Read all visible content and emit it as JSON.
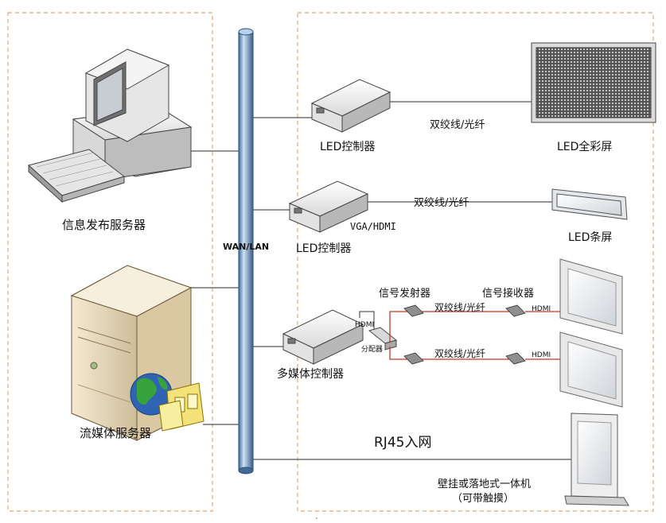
{
  "labels": {
    "info_server": "信息发布服务器",
    "stream_server": "流媒体服务器",
    "wan_lan": "WAN/LAN",
    "led_ctrl_1": "LED控制器",
    "led_ctrl_2": "LED控制器",
    "multimedia_ctrl": "多媒体控制器",
    "led_full_screen": "LED全彩屏",
    "led_bar_screen": "LED条屏",
    "twisted_fiber_1": "双绞线/光纤",
    "twisted_fiber_2": "双绞线/光纤",
    "twisted_fiber_3": "双绞线/光纤",
    "twisted_fiber_4": "双绞线/光纤",
    "vga_hdmi": "VGA/HDMI",
    "signal_tx": "信号发射器",
    "signal_rx": "信号接收器",
    "hdmi_1": "HDMI",
    "hdmi_2": "HDMI",
    "hdmi_3": "HDMI",
    "splitter": "分配器",
    "rj45": "RJ45入网",
    "kiosk_line1": "壁挂或落地式一体机",
    "kiosk_line2": "（可带触摸）"
  }
}
